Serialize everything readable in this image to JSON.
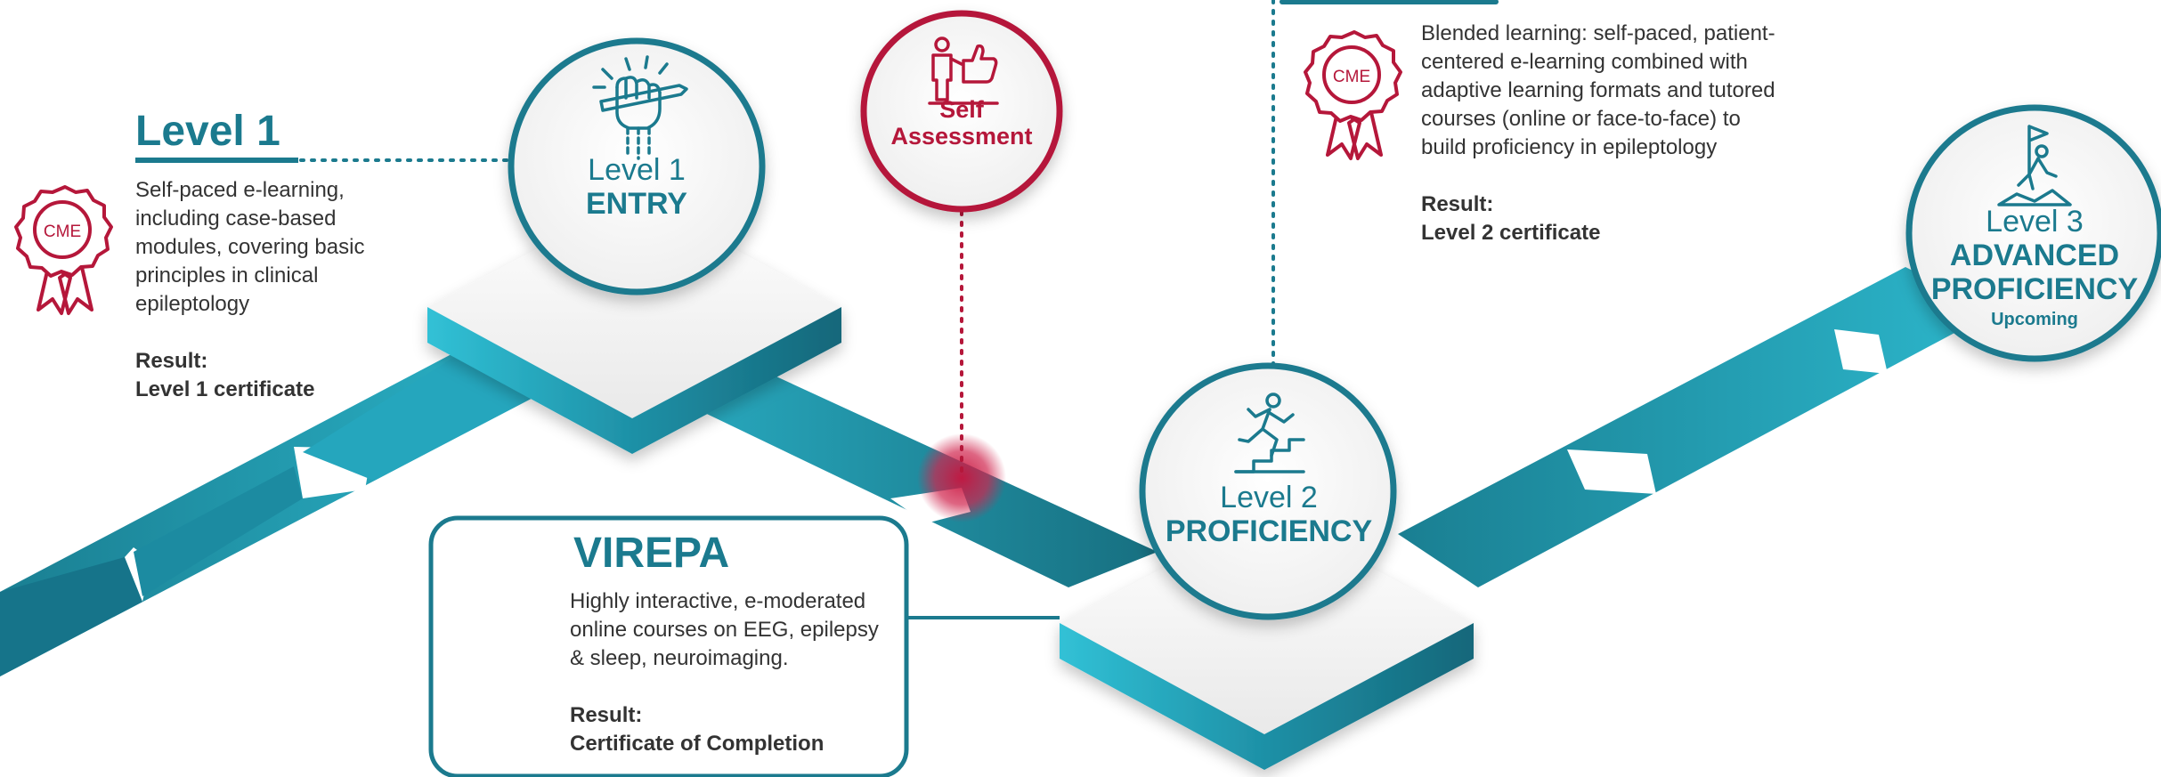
{
  "colors": {
    "teal": "#1b7a8e",
    "teal_light": "#2bb3c8",
    "crimson": "#b5173a",
    "text": "#333333"
  },
  "cme_badge": {
    "label": "CME"
  },
  "level1": {
    "heading": "Level 1",
    "description": "Self-paced e-learning, including case-based modules, covering basic principles in clinical epileptology",
    "result_label": "Result:",
    "result_value": "Level 1 certificate",
    "circle_level": "Level 1",
    "circle_name": "ENTRY",
    "icon": "raised-fist-with-pen-icon"
  },
  "self_assessment": {
    "line1": "Self",
    "line2": "Assessment",
    "icon": "person-thumbs-up-icon"
  },
  "virepa": {
    "heading": "VIREPA",
    "description": "Highly interactive, e-moderated online courses on EEG, epilepsy & sleep, neuroimaging.",
    "result_label": "Result:",
    "result_value": "Certificate of Completion"
  },
  "level2": {
    "description": "Blended learning: self-paced, patient-centered e-learning combined with adaptive learning formats and tutored courses (online or face-to-face) to build proficiency in epileptology",
    "result_label": "Result:",
    "result_value": "Level 2 certificate",
    "circle_level": "Level 2",
    "circle_name": "PROFICIENCY",
    "icon": "person-climbing-steps-icon"
  },
  "level3": {
    "circle_level": "Level 3",
    "circle_name_1": "ADVANCED",
    "circle_name_2": "PROFICIENCY",
    "circle_status": "Upcoming",
    "icon": "person-planting-flag-icon"
  }
}
